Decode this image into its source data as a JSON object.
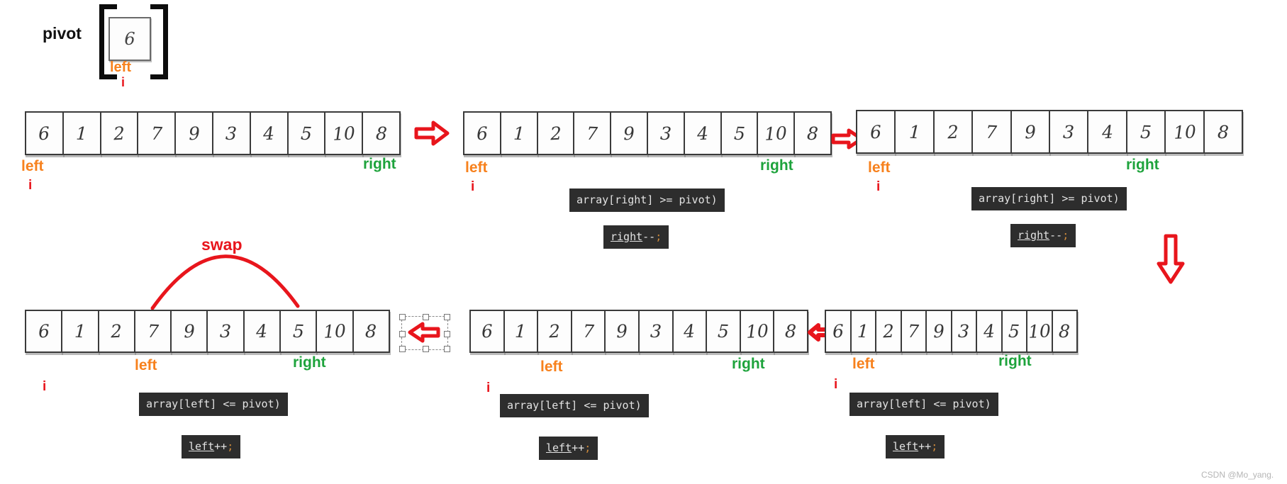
{
  "labels": {
    "left": "left",
    "right": "right",
    "i": "i"
  },
  "pivot_box": {
    "label": "pivot",
    "cell_value": "6"
  },
  "array_values": [
    "6",
    "1",
    "2",
    "7",
    "9",
    "3",
    "4",
    "5",
    "10",
    "8"
  ],
  "code": {
    "right_condition": "array[right] >= pivot)",
    "right_action": {
      "word": "right",
      "op": "--",
      "semi": ";"
    },
    "left_condition": "array[left] <= pivot)",
    "left_action": {
      "word": "left",
      "op": "++",
      "semi": ";"
    }
  },
  "swap_label": "swap",
  "watermark": "CSDN @Mo_yang.",
  "colors": {
    "left_pointer": "#F7811D",
    "right_pointer": "#1EA33C",
    "highlight_red": "#E8151C",
    "code_background": "#2D2D2D",
    "code_text": "#E3E3E3",
    "code_semicolon": "#CE8A3B"
  }
}
